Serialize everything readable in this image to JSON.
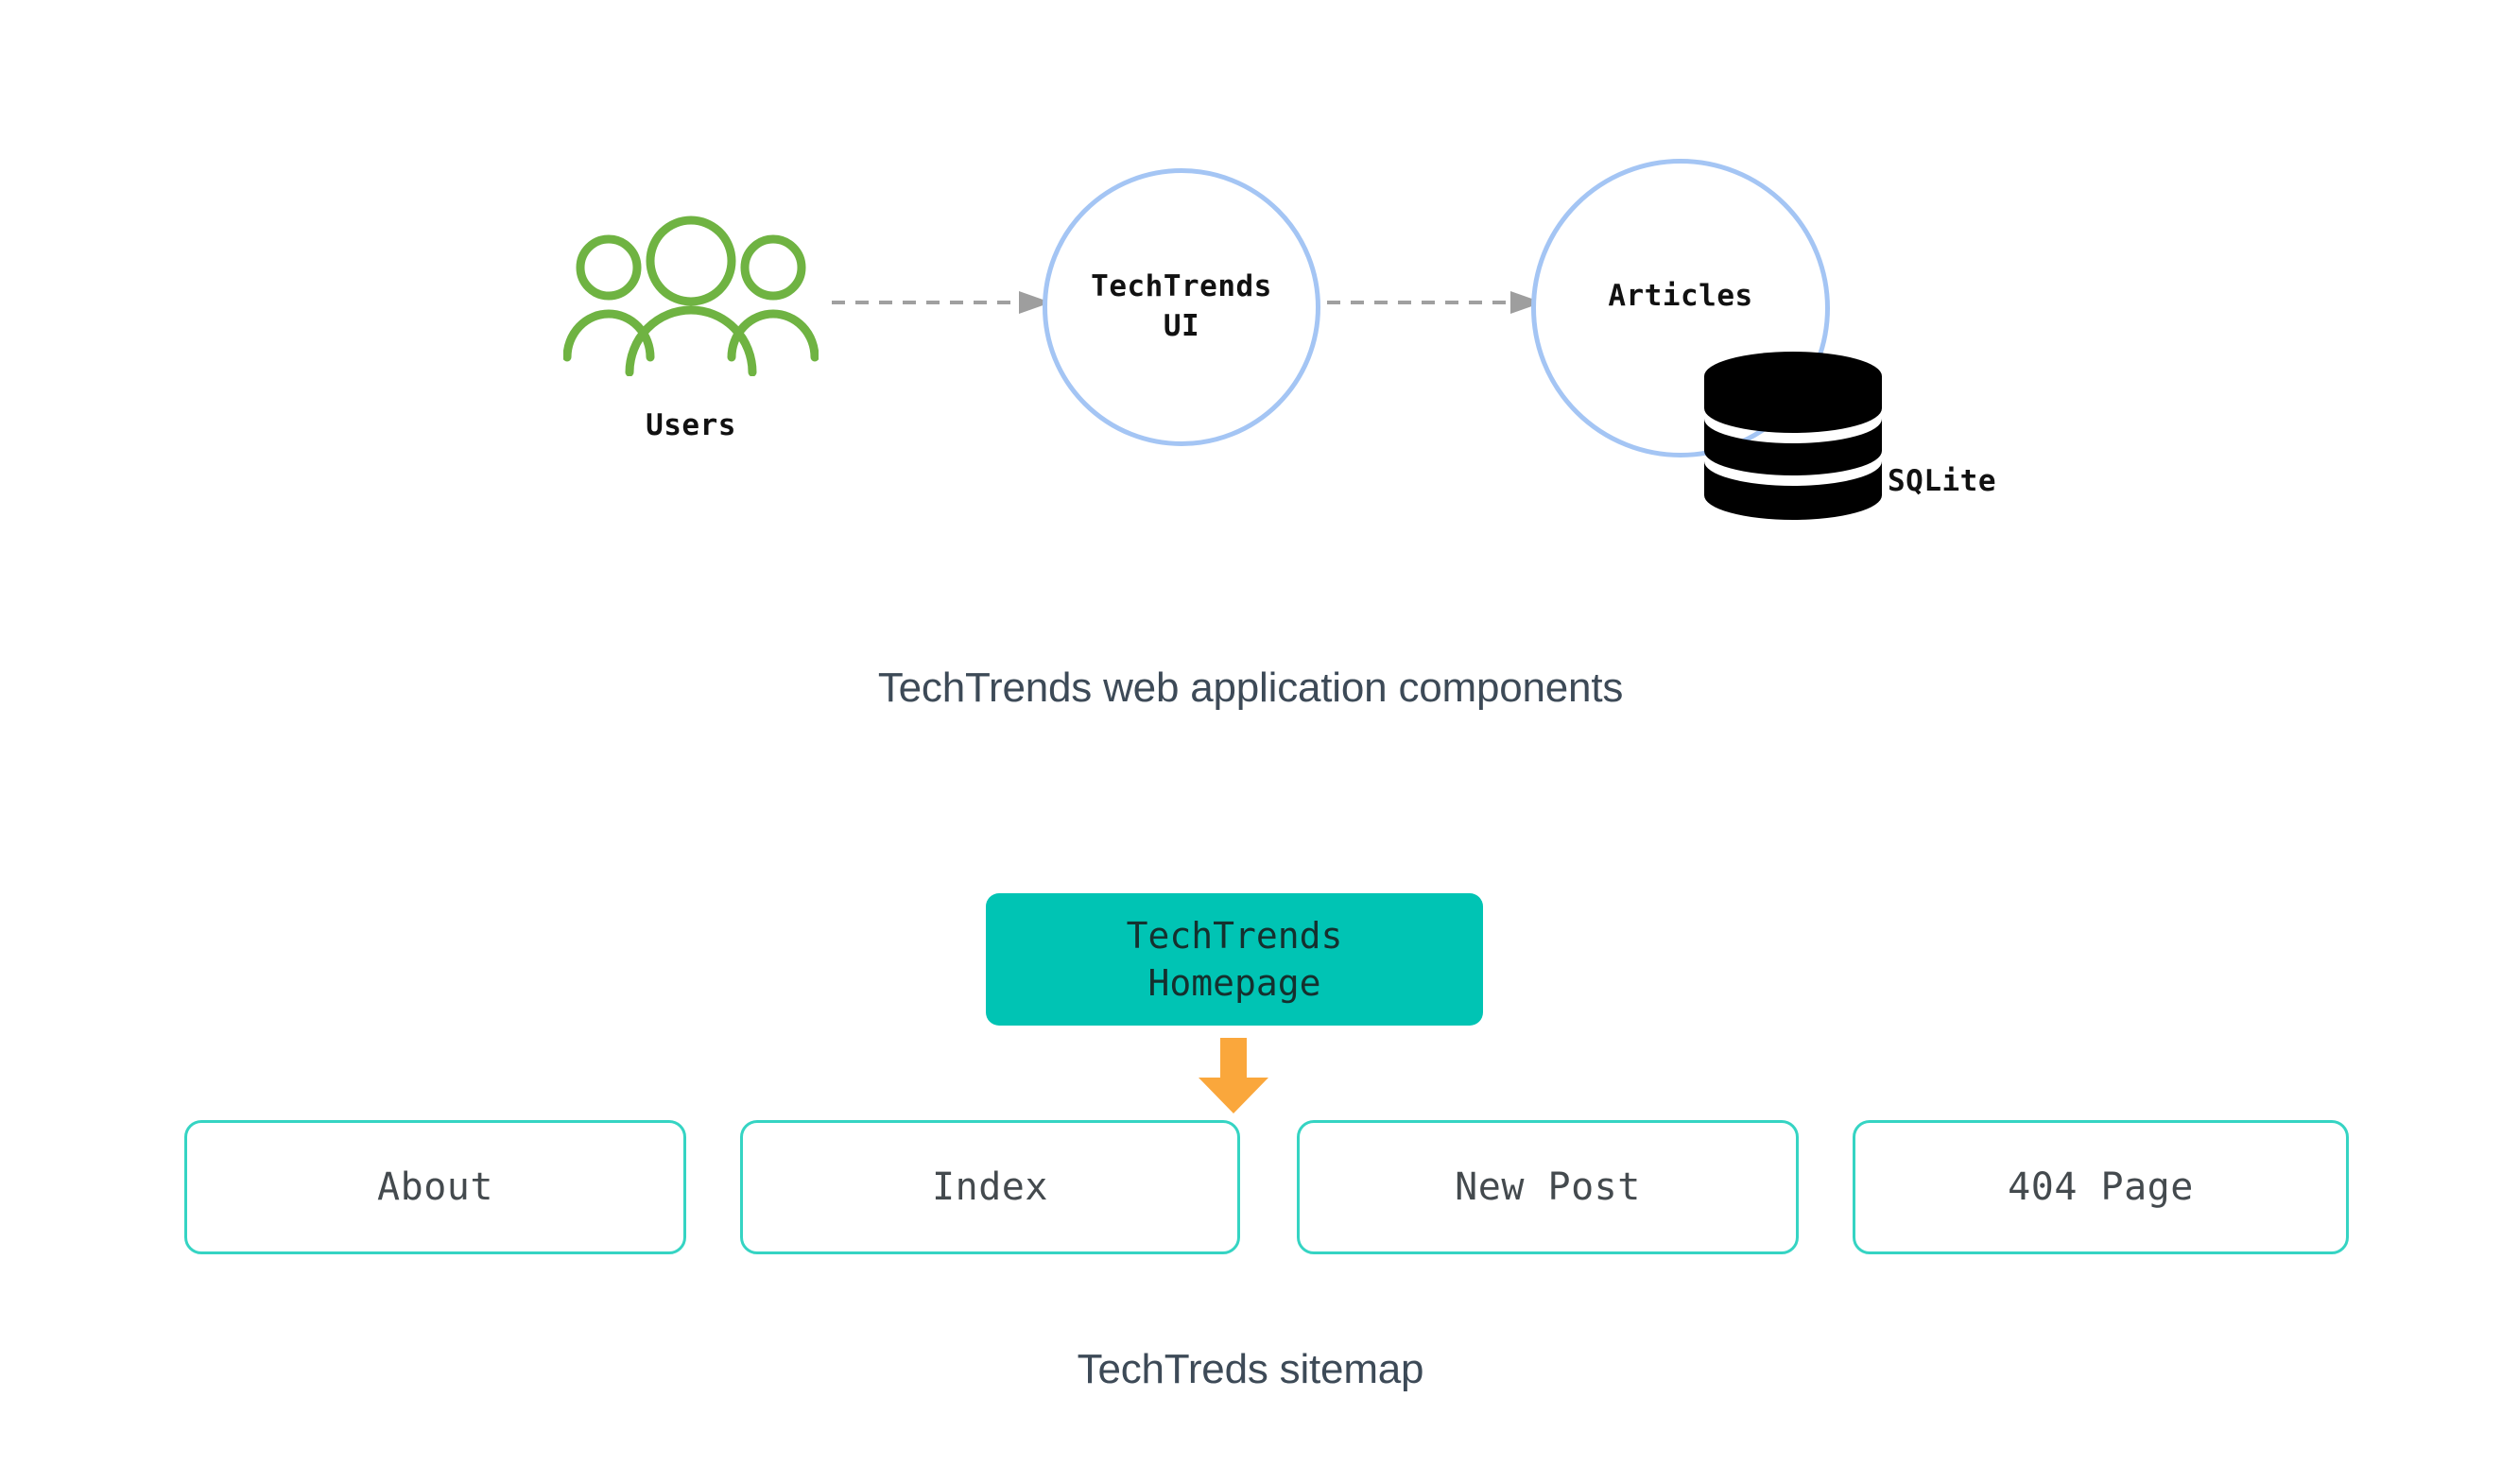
{
  "colors": {
    "circle_border": "#a4c5f4",
    "users_icon": "#6fb342",
    "database_icon": "#000000",
    "homepage_fill": "#00c4b4",
    "page_box_border": "#35d4c3",
    "arrow_orange": "#faa73c",
    "connector_gray": "#a0a0a0",
    "caption_text": "#3d4a57",
    "node_text": "#111111",
    "page_box_text": "#444a4e"
  },
  "architecture": {
    "caption": "TechTrends web application components",
    "nodes": [
      {
        "id": "users",
        "label": "Users",
        "icon": "users-group-icon",
        "shape": "icon"
      },
      {
        "id": "ui",
        "label": "TechTrends\nUI",
        "icon": "circle-node",
        "shape": "circle"
      },
      {
        "id": "articles",
        "label": "Articles",
        "icon": "circle-node",
        "shape": "circle"
      },
      {
        "id": "database",
        "label": "SQLite",
        "icon": "database-icon",
        "shape": "cylinder"
      }
    ],
    "connectors": [
      {
        "from": "users",
        "to": "ui",
        "style": "dashed",
        "arrowhead": "triangle"
      },
      {
        "from": "ui",
        "to": "articles",
        "style": "dashed",
        "arrowhead": "triangle"
      }
    ]
  },
  "sitemap": {
    "caption": "TechTreds sitemap",
    "root": {
      "label": "TechTrends\nHomepage"
    },
    "arrow": {
      "icon": "arrow-down-icon",
      "direction": "down"
    },
    "pages": [
      {
        "label": "About"
      },
      {
        "label": "Index"
      },
      {
        "label": "New Post"
      },
      {
        "label": "404 Page"
      }
    ]
  }
}
